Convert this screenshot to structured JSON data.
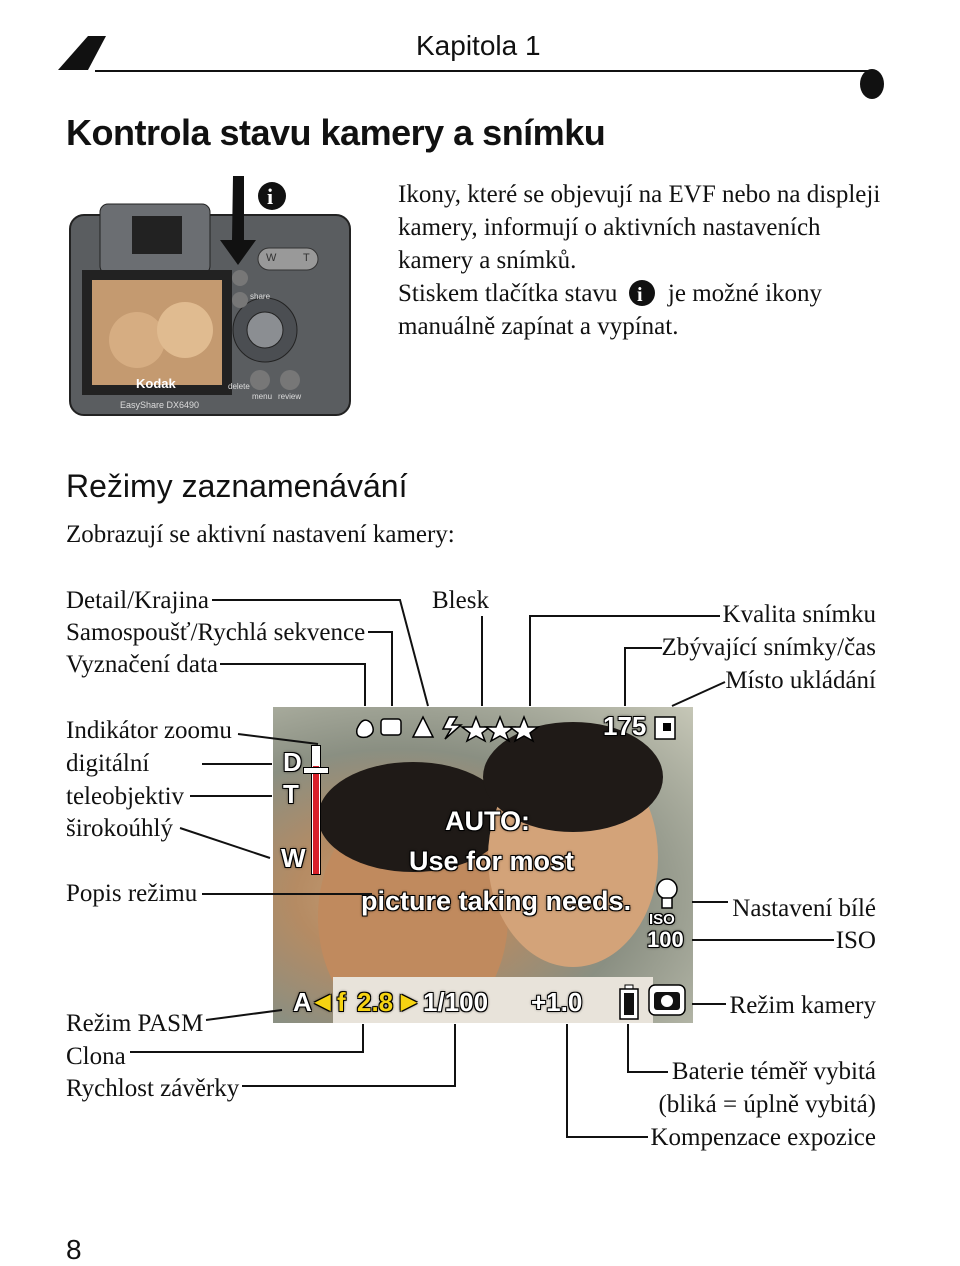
{
  "header": {
    "chapter": "Kapitola 1"
  },
  "title": "Kontrola stavu kamery a snímku",
  "intro": {
    "line1": "Ikony, které se objevují na EVF nebo na displeji",
    "line2": "kamery, informují o aktivních nastaveních",
    "line3": "kamery a snímků.",
    "line4a": "Stiskem tlačítka stavu",
    "line4b": "je možné ikony",
    "line5": "manuálně zapínat a vypínat."
  },
  "camera": {
    "brand": "Kodak",
    "model": "EasyShare DX6490",
    "buttons": {
      "share": "share",
      "delete": "delete",
      "menu": "menu",
      "review": "review",
      "zoom_w": "W",
      "zoom_t": "T"
    }
  },
  "section": {
    "heading": "Režimy zaznamenávání",
    "subtitle": "Zobrazují se aktivní nastavení kamery:"
  },
  "labels": {
    "detail_landscape": "Detail/Krajina",
    "selftimer_burst": "Samospoušť/Rychlá sekvence",
    "date_stamp": "Vyznačení data",
    "flash": "Blesk",
    "image_quality": "Kvalita snímku",
    "pictures_remaining": "Zbývající snímky/čas",
    "storage_location": "Místo ukládání",
    "zoom_indicator": "Indikátor zoomu",
    "digital": "digitální",
    "telephoto": "teleobjektiv",
    "wide": "širokoúhlý",
    "mode_description": "Popis režimu",
    "white_balance": "Nastavení bílé",
    "iso": "ISO",
    "camera_mode": "Režim kamery",
    "pasm_mode": "Režim PASM",
    "aperture": "Clona",
    "shutter_speed": "Rychlost závěrky",
    "battery_low": "Baterie téměř vybitá",
    "battery_blink": "(bliká = úplně vybitá)",
    "exposure_comp": "Kompenzace expozice"
  },
  "lcd": {
    "count": "175",
    "zoom_d": "D",
    "zoom_t": "T",
    "zoom_w": "W",
    "mode_line1": "AUTO:",
    "mode_line2": "Use for most",
    "mode_line3": "picture taking needs.",
    "iso_label": "ISO",
    "iso_value": "100",
    "pasm": "A",
    "aperture_f": "f",
    "aperture_value": "2.8",
    "shutter": "1/100",
    "exposure": "+1.0"
  },
  "page_number": "8",
  "colors": {
    "osd_yellow": "#f5d312",
    "zoom_red": "#d8202a",
    "text": "#111111"
  }
}
